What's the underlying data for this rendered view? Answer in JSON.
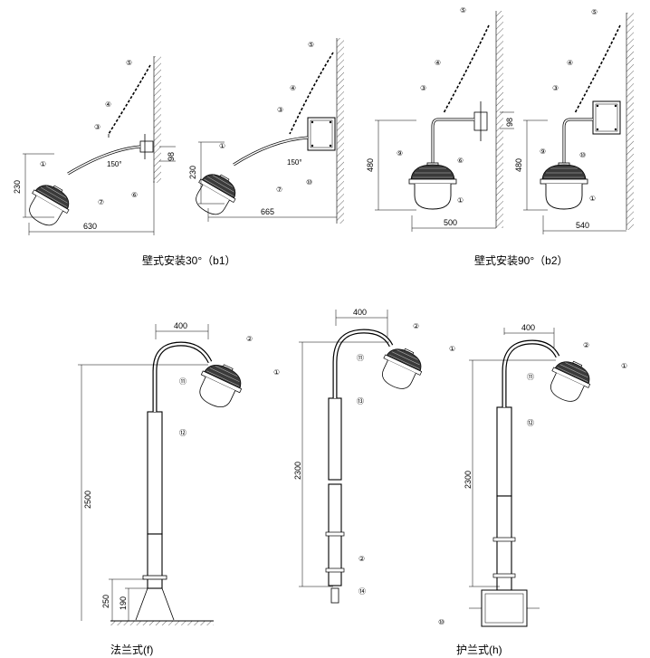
{
  "captions": {
    "b1": "壁式安装30°（b1）",
    "b2": "壁式安装90°（b2）",
    "f": "法兰式(f)",
    "h": "护兰式(h)"
  },
  "dimensions": {
    "b1_height": "230",
    "b1_width": "630",
    "b1_bracket": "98",
    "b1_angle": "150°",
    "b1b_height": "230",
    "b1b_width": "665",
    "b1b_angle": "150°",
    "b2_height": "480",
    "b2_width": "500",
    "b2_bracket": "98",
    "b2b_height": "480",
    "b2b_width": "540",
    "f_arm": "400",
    "f_height": "2500",
    "f_base1": "250",
    "f_base2": "190",
    "g_arm": "400",
    "g_height": "2300",
    "h_arm": "400",
    "h_height": "2300"
  },
  "part_labels": {
    "p1": "①",
    "p2": "②",
    "p3": "③",
    "p4": "④",
    "p5": "⑤",
    "p6": "⑥",
    "p7": "⑦",
    "p9": "⑨",
    "p10": "⑩",
    "p11": "⑪",
    "p12": "⑫",
    "p13": "⑬",
    "p14": "⑭"
  }
}
